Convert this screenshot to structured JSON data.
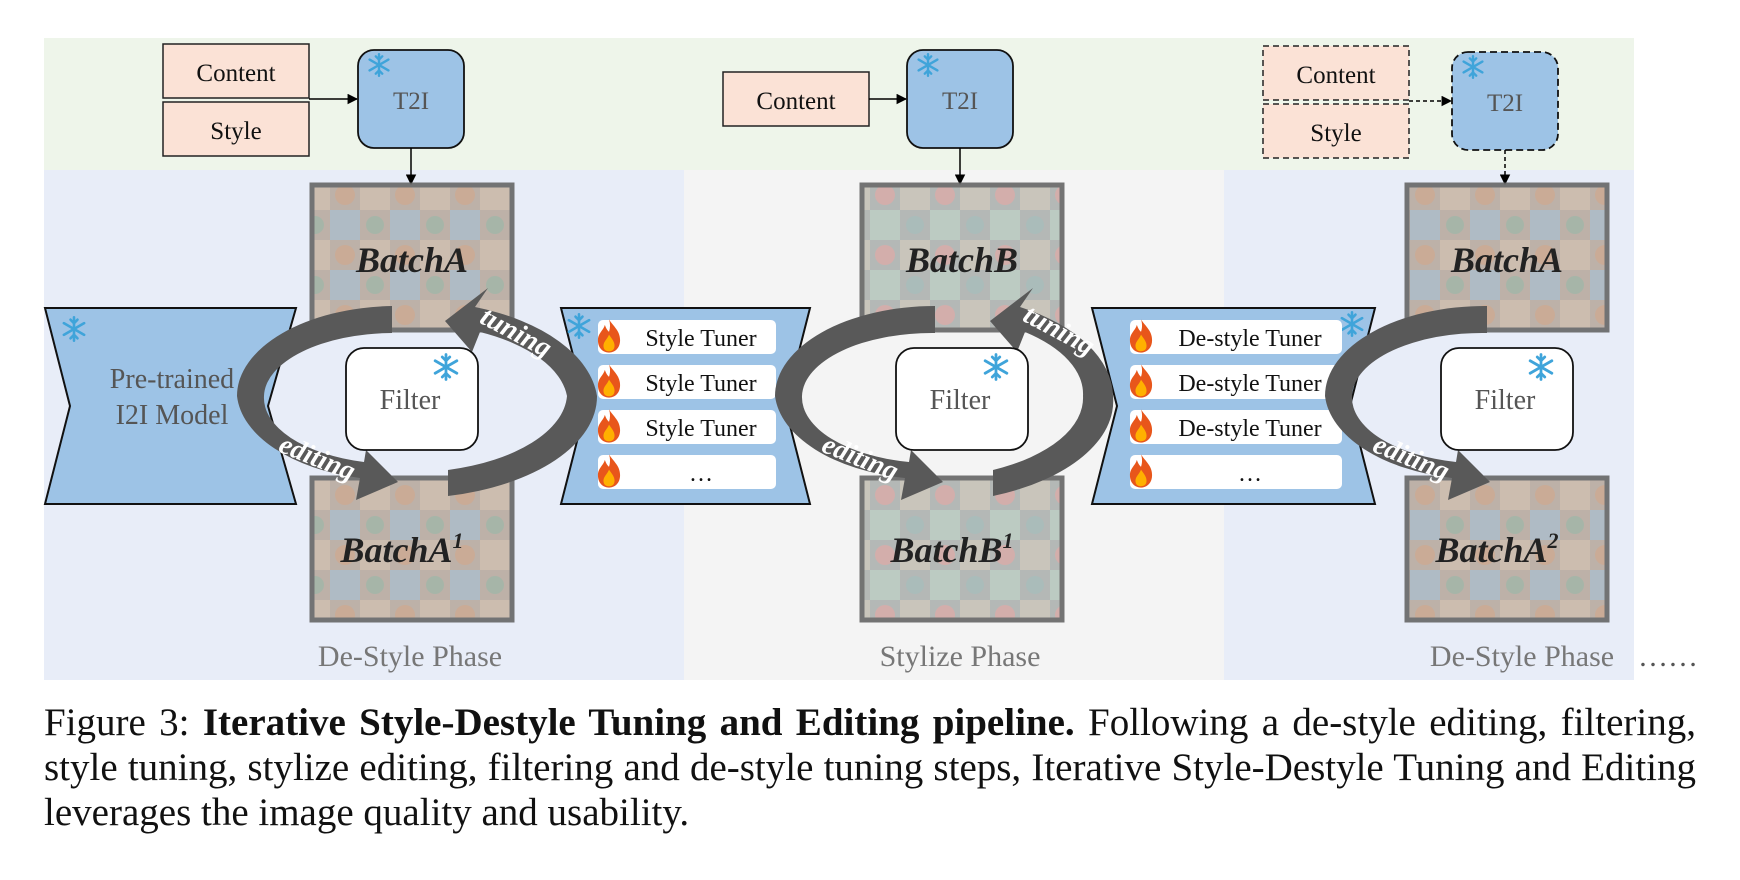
{
  "phases": {
    "destyle_1": "De-Style Phase",
    "stylize": "Stylize Phase",
    "destyle_2": "De-Style Phase",
    "continuation": "……"
  },
  "inputs": {
    "content": "Content",
    "style": "Style",
    "t2i": "T2I"
  },
  "model": {
    "line1": "Pre-trained",
    "line2": "I2I Model"
  },
  "batches": {
    "a": "BatchA",
    "a1": "BatchA",
    "a1_sup": "1",
    "b": "BatchB",
    "b1": "BatchB",
    "b1_sup": "1",
    "a_next": "BatchA",
    "a2": "BatchA",
    "a2_sup": "2"
  },
  "filter_label": "Filter",
  "cycle": {
    "tuning": "tuning",
    "editing": "editing"
  },
  "tuners": {
    "style": [
      "Style Tuner",
      "Style Tuner",
      "Style Tuner",
      "…"
    ],
    "destyle": [
      "De-style Tuner",
      "De-style Tuner",
      "De-style Tuner",
      "…"
    ]
  },
  "caption": {
    "prefix": "Figure 3: ",
    "title": "Iterative Style-Destyle Tuning and Editing pipeline.",
    "body": " Following a de-style editing, filtering, style tuning, stylize editing, filtering and de-style tuning steps, Iterative Style-Destyle Tuning and Editing leverages the image quality and usability."
  },
  "colors": {
    "top_band": "#eef5ea",
    "destyle_bg": "#e8edf8",
    "stylize_bg": "#f4f4f4",
    "blue_box": "#9dc3e6",
    "input_box": "#fbe2d6",
    "arrow": "#595959",
    "phase_text": "#777777"
  }
}
